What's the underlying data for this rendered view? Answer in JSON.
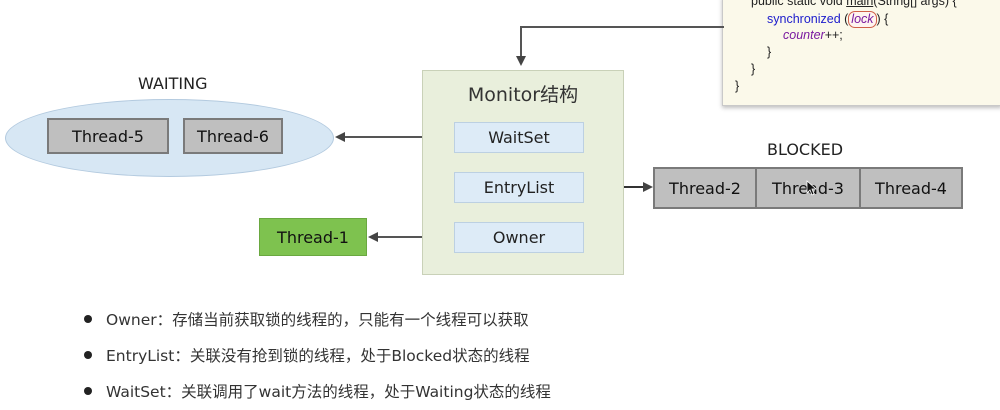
{
  "top_caption": "    ",
  "code": {
    "line1_prefix": "public static void ",
    "line1_method": "main",
    "line1_suffix": "(String[] args) {",
    "line2_kw": "synchronized",
    "line2_open": " (",
    "line2_var": "lock",
    "line2_close": ") {",
    "line3_var": "counter",
    "line3_suffix": "++;",
    "line4": "}",
    "line5": "}",
    "line6": "}"
  },
  "waiting": {
    "label": "WAITING",
    "threads": [
      "Thread-5",
      "Thread-6"
    ]
  },
  "monitor": {
    "title": "Monitor结构",
    "waitset": "WaitSet",
    "entrylist": "EntryList",
    "owner": "Owner"
  },
  "blocked": {
    "label": "BLOCKED",
    "threads": [
      "Thread-2",
      "Thread-3",
      "Thread-4"
    ]
  },
  "owner_thread": "Thread-1",
  "bullets": [
    "Owner：存储当前获取锁的线程的，只能有一个线程可以获取",
    "EntryList：关联没有抢到锁的线程，处于Blocked状态的线程",
    "WaitSet：关联调用了wait方法的线程，处于Waiting状态的线程"
  ]
}
